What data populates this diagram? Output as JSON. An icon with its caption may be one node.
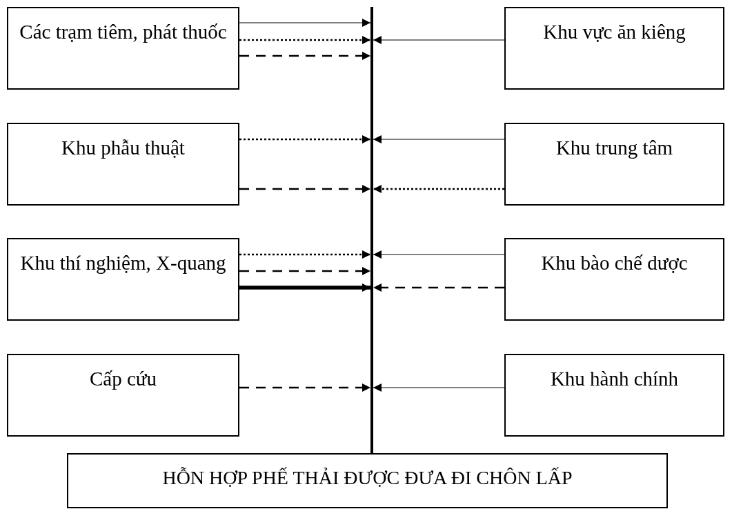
{
  "diagram": {
    "nodes": [
      {
        "text": [
          "Các trạm tiêm, phát thuốc"
        ]
      },
      {
        "text": [
          "Khu vực ăn kiêng"
        ]
      },
      {
        "text": [
          "Khu phẫu thuật"
        ]
      },
      {
        "text": [
          "Khu trung tâm"
        ]
      },
      {
        "text": [
          "Khu thí nghiệm, X-quang"
        ]
      },
      {
        "text": [
          "Khu bào chế dược"
        ]
      },
      {
        "text": [
          "Cấp cứu"
        ]
      },
      {
        "text": [
          "Khu hành chính"
        ]
      },
      {
        "text": [],
        "shape": "bar"
      },
      {
        "text": [
          "HỖN HỢP PHẾ THẢI ĐƯỢC ĐƯA ĐI CHÔN LẤP"
        ]
      }
    ],
    "edges": [
      {
        "from": 0,
        "to": 8,
        "arrow": "to"
      },
      {
        "from": 0,
        "to": 8,
        "arrow": "to",
        "style": "dashed"
      },
      {
        "from": 0,
        "to": 8,
        "arrow": "to",
        "style": "dashed"
      },
      {
        "from": 1,
        "to": 8,
        "arrow": "to"
      },
      {
        "from": 2,
        "to": 8,
        "arrow": "to",
        "style": "dashed"
      },
      {
        "from": 2,
        "to": 8,
        "arrow": "to",
        "style": "dashed"
      },
      {
        "from": 3,
        "to": 8,
        "arrow": "to"
      },
      {
        "from": 3,
        "to": 8,
        "arrow": "to",
        "style": "dashed"
      },
      {
        "from": 4,
        "to": 8,
        "arrow": "to",
        "style": "dashed"
      },
      {
        "from": 4,
        "to": 8,
        "arrow": "to",
        "style": "dashed"
      },
      {
        "from": 4,
        "to": 8,
        "arrow": "to",
        "style": "thick"
      },
      {
        "from": 5,
        "to": 8,
        "arrow": "to"
      },
      {
        "from": 5,
        "to": 8,
        "arrow": "to",
        "style": "dashed"
      },
      {
        "from": 6,
        "to": 8,
        "arrow": "to",
        "style": "dashed"
      },
      {
        "from": 7,
        "to": 8,
        "arrow": "to"
      }
    ]
  }
}
